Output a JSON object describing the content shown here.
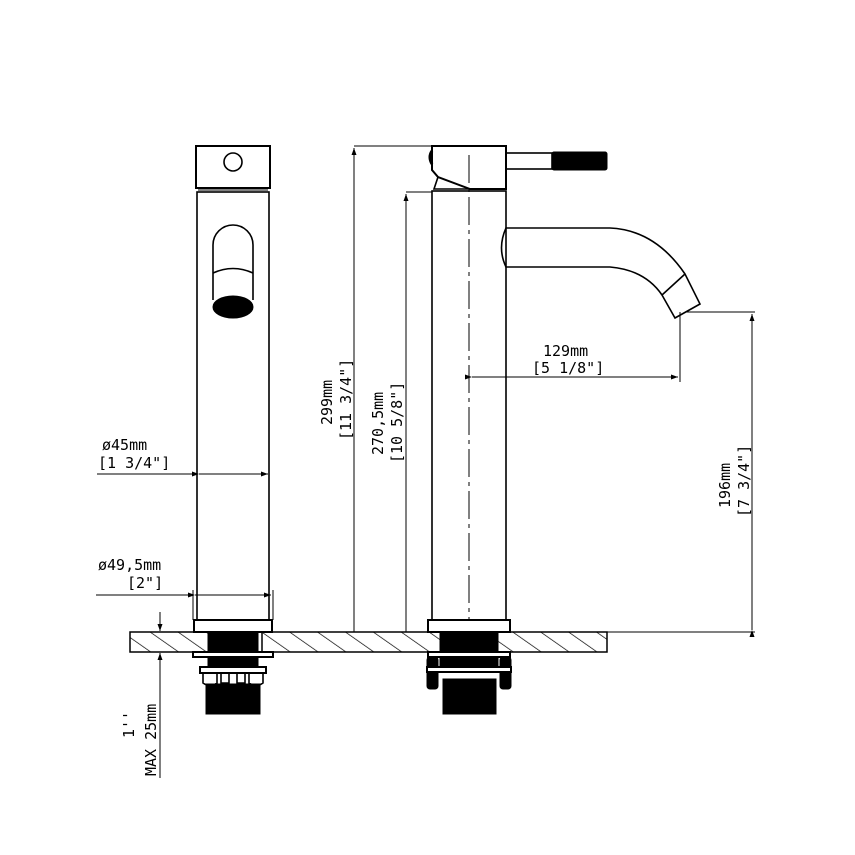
{
  "drawing": {
    "title": "Faucet technical dimension drawing",
    "views": [
      "front-view",
      "side-view"
    ],
    "dimensions": {
      "body_diameter": {
        "mm": "ø45mm",
        "inch": "[1 3/4\"]"
      },
      "base_diameter": {
        "mm": "ø49,5mm",
        "inch": "[2\"]"
      },
      "max_deck_thickness": {
        "inch": "1''",
        "mm": "MAX 25mm"
      },
      "total_height": {
        "mm": "299mm",
        "inch": "[11 3/4\"]"
      },
      "body_height": {
        "mm": "270,5mm",
        "inch": "[10 5/8\"]"
      },
      "spout_reach": {
        "mm": "129mm",
        "inch": "[5 1/8\"]"
      },
      "spout_height": {
        "mm": "196mm",
        "inch": "[7 3/4\"]"
      }
    },
    "colors": {
      "line": "#000000",
      "background": "#ffffff"
    }
  }
}
